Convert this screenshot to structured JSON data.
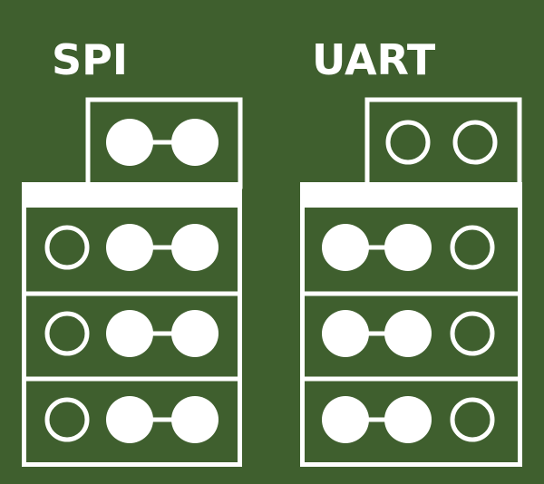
{
  "board": {
    "background": "#3f5f2e",
    "silkscreen": "#ffffff"
  },
  "headers": [
    {
      "id": "spi",
      "label": "SPI",
      "top_row": [
        "filled",
        "filled"
      ],
      "top_row_bridged": [
        true
      ],
      "rows": [
        {
          "pads": [
            "open",
            "filled",
            "filled"
          ],
          "bridged": [
            false,
            true
          ]
        },
        {
          "pads": [
            "open",
            "filled",
            "filled"
          ],
          "bridged": [
            false,
            true
          ]
        },
        {
          "pads": [
            "open",
            "filled",
            "filled"
          ],
          "bridged": [
            false,
            true
          ]
        }
      ]
    },
    {
      "id": "uart",
      "label": "UART",
      "top_row": [
        "open",
        "open"
      ],
      "top_row_bridged": [
        false
      ],
      "rows": [
        {
          "pads": [
            "filled",
            "filled",
            "open"
          ],
          "bridged": [
            true,
            false
          ]
        },
        {
          "pads": [
            "filled",
            "filled",
            "open"
          ],
          "bridged": [
            true,
            false
          ]
        },
        {
          "pads": [
            "filled",
            "filled",
            "open"
          ],
          "bridged": [
            true,
            false
          ]
        }
      ]
    }
  ]
}
